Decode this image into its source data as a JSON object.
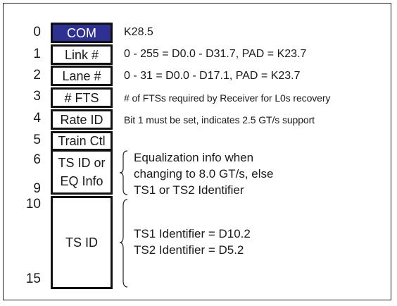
{
  "rows": [
    {
      "num": "0"
    },
    {
      "num": "1"
    },
    {
      "num": "2"
    },
    {
      "num": "3"
    },
    {
      "num": "4"
    },
    {
      "num": "5"
    },
    {
      "num": "6"
    },
    {
      "num": "9"
    },
    {
      "num": "10"
    },
    {
      "num": "15"
    }
  ],
  "cells": {
    "com": "COM",
    "link": "Link #",
    "lane": "Lane #",
    "fts": "# FTS",
    "rate": "Rate ID",
    "train": "Train Ctl",
    "tseq_line1": "TS ID or",
    "tseq_line2": "EQ Info",
    "tsid": "TS ID"
  },
  "descriptions": {
    "com": "K28.5",
    "link": "0 - 255 = D0.0 - D31.7,   PAD = K23.7",
    "lane": "0 - 31 = D0.0 - D17.1,   PAD = K23.7",
    "fts": "# of FTSs required by Receiver for L0s recovery",
    "rate": "Bit 1 must be set, indicates 2.5 GT/s support"
  },
  "eq_info": {
    "line1": "Equalization info when",
    "line2": "changing to 8.0 GT/s, else",
    "line3": "TS1 or TS2 Identifier"
  },
  "ts_id_info": {
    "line1": "TS1 Identifier = D10.2",
    "line2": "TS2 Identifier = D5.2"
  },
  "colors": {
    "com_fill": "#2e3192",
    "border": "#111111"
  }
}
